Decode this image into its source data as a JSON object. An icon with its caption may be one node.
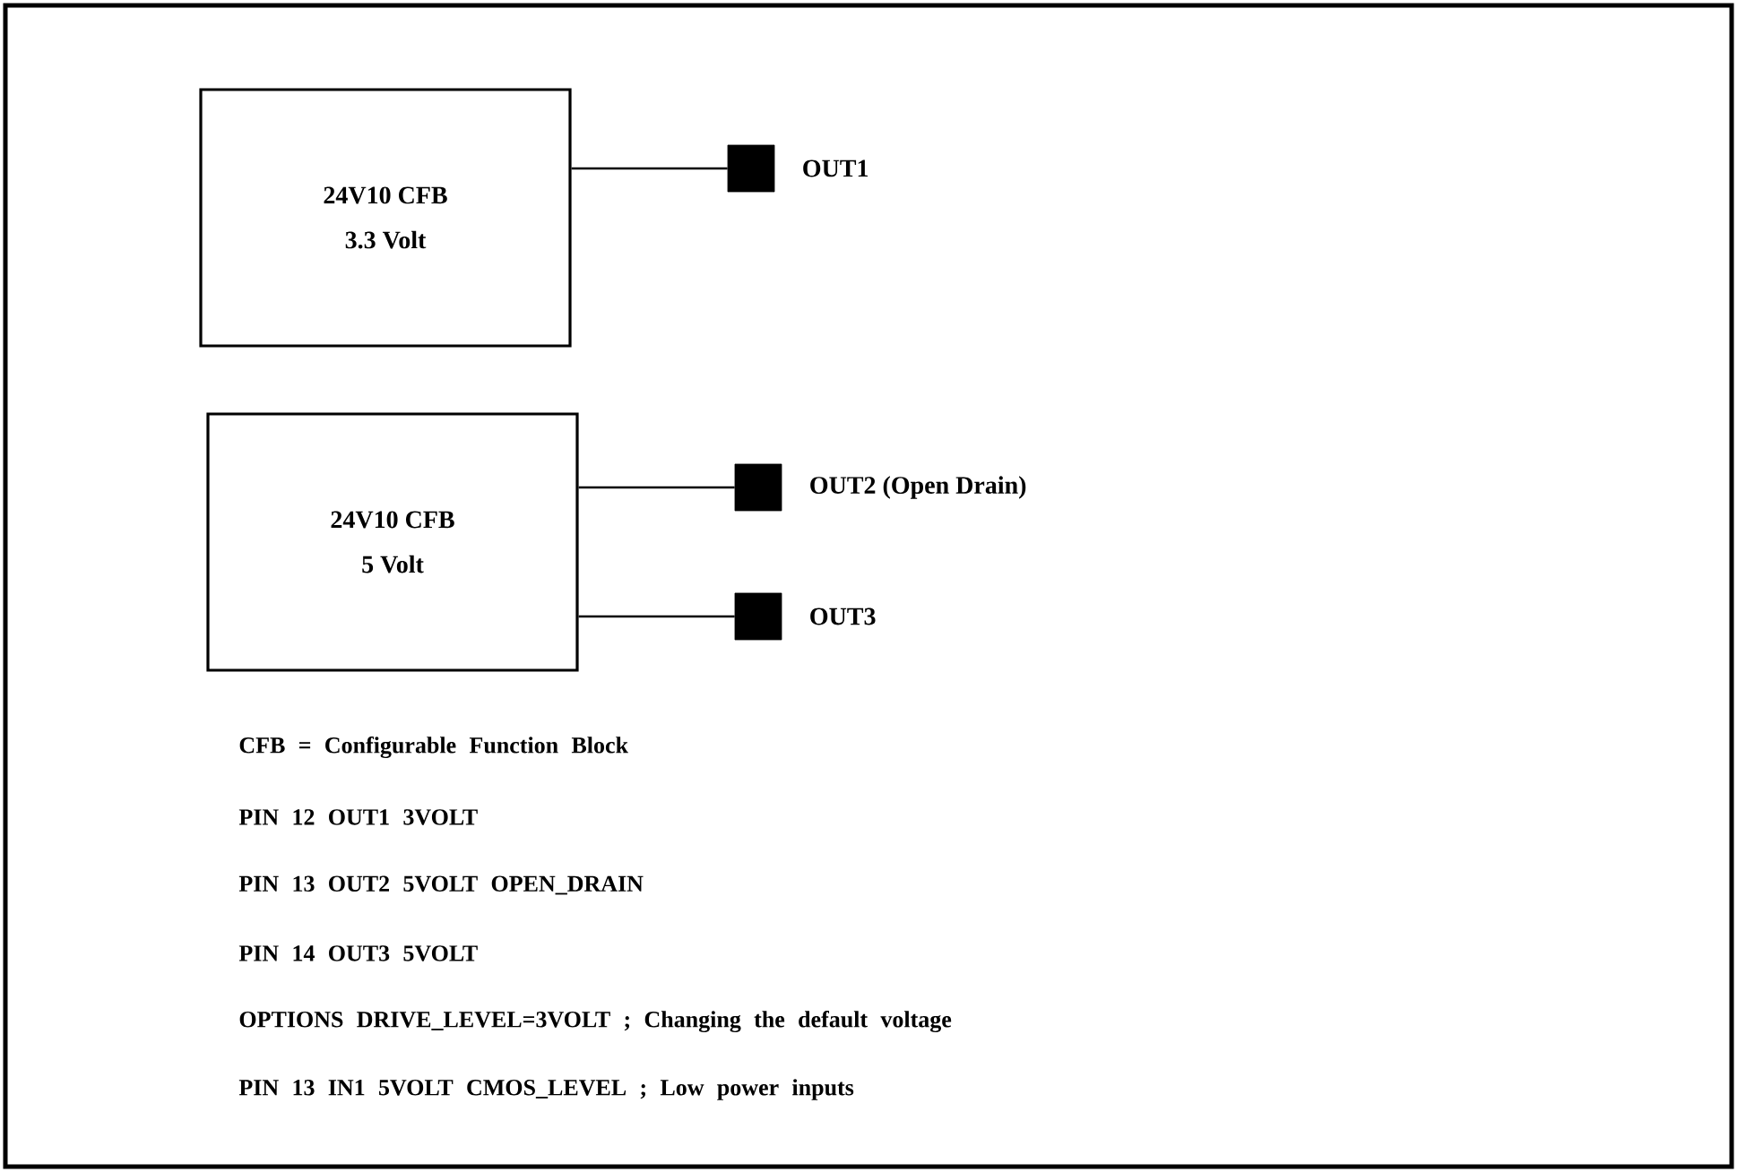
{
  "diagram": {
    "nodes": [
      {
        "text": [
          "24V10 CFB",
          "3.3 Volt"
        ]
      },
      {
        "text": [],
        "shape": "box",
        "beside": [
          "OUT1"
        ]
      },
      {
        "text": [
          "24V10 CFB",
          "5 Volt"
        ]
      },
      {
        "text": [],
        "shape": "box",
        "beside": [
          "OUT2 (Open Drain)"
        ]
      },
      {
        "text": [],
        "shape": "box",
        "beside": [
          "OUT3"
        ]
      }
    ],
    "edges": [
      {
        "from": 0,
        "to": 1,
        "arrow": "none"
      },
      {
        "from": 2,
        "to": 3,
        "arrow": "none"
      },
      {
        "from": 2,
        "to": 4,
        "arrow": "none"
      }
    ],
    "labels": [
      "CFB = Configurable Function Block",
      "PIN 12 OUT1 3VOLT",
      "PIN 13 OUT2 5VOLT OPEN_DRAIN",
      "PIN 14 OUT3 5VOLT",
      "OPTIONS DRIVE_LEVEL=3VOLT ; Changing the default voltage",
      "PIN 13 IN1 5VOLT CMOS_LEVEL ; Low power inputs"
    ]
  }
}
